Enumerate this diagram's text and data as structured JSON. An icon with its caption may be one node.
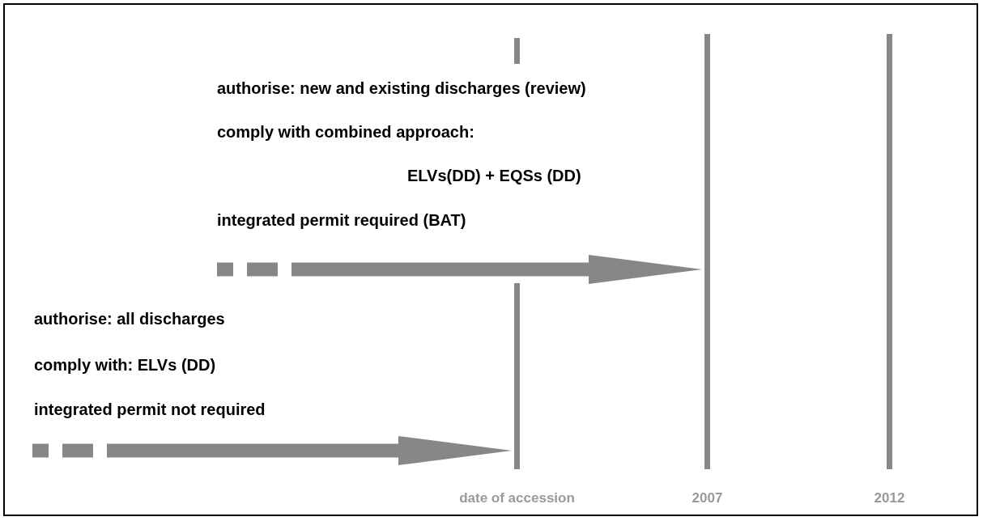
{
  "diagram": {
    "nodes": [
      {
        "text": [],
        "shape": "bar",
        "beside": [
          "date of accession"
        ]
      },
      {
        "text": [],
        "shape": "bar",
        "beside": [
          "2007"
        ]
      },
      {
        "text": [],
        "shape": "bar",
        "beside": [
          "2012"
        ]
      }
    ],
    "edges": [
      {
        "from": null,
        "to": 1,
        "arrow": "to"
      },
      {
        "from": null,
        "to": 0,
        "arrow": "to"
      }
    ],
    "labels": [
      "authorise: new and existing discharges (review)",
      "comply with combined approach:",
      "ELVs(DD) + EQSs (DD)",
      "integrated permit required (BAT)",
      "authorise: all discharges",
      "comply with: ELVs (DD)",
      "integrated permit not required"
    ]
  }
}
